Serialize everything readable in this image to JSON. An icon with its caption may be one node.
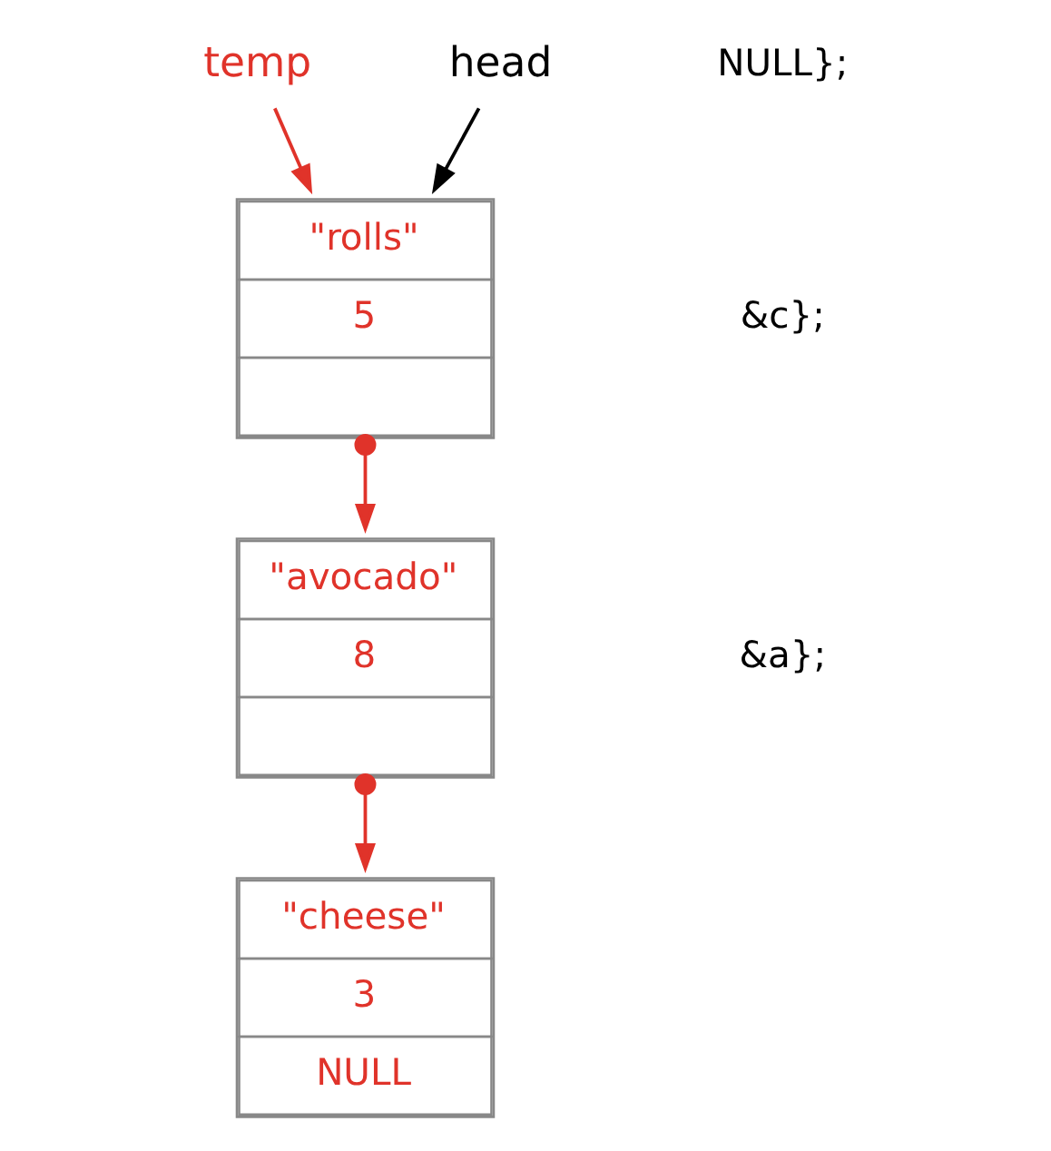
{
  "diagram": {
    "nodes": [
      {
        "text": [
          "temp"
        ]
      },
      {
        "text": [
          "head"
        ]
      },
      {
        "text": [
          "\"rolls\"",
          "5"
        ]
      },
      {
        "text": [
          "\"avocado\"",
          "8"
        ]
      },
      {
        "text": [
          "\"cheese\"",
          "3",
          "NULL"
        ]
      }
    ],
    "edges": [
      {
        "from": 0,
        "to": 2,
        "arrow": "to"
      },
      {
        "from": 1,
        "to": 2,
        "arrow": "to",
        "color": "#000000"
      },
      {
        "from": 2,
        "to": 3,
        "arrow": "to"
      },
      {
        "from": 3,
        "to": 4,
        "arrow": "to"
      }
    ],
    "labels": [
      "NULL};",
      "&c};",
      "&a};"
    ]
  }
}
